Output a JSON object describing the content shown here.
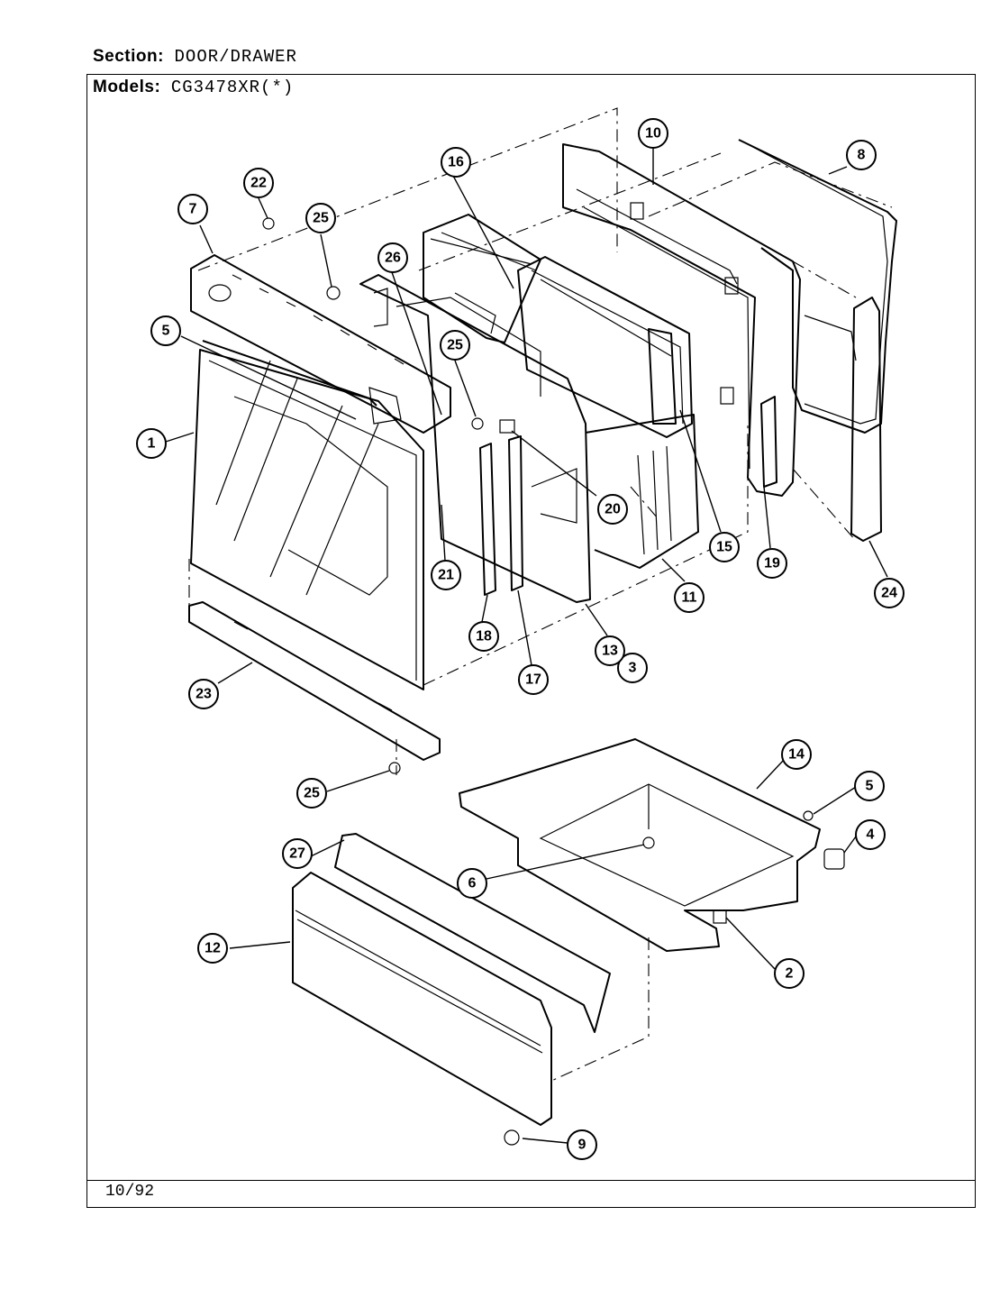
{
  "header": {
    "section_label": "Section:",
    "section_value": "DOOR/DRAWER",
    "models_label": "Models:",
    "models_value": "CG3478XR(*)"
  },
  "footer": {
    "date_code": "10/92"
  },
  "callouts": [
    "1",
    "2",
    "3",
    "4",
    "5",
    "5",
    "6",
    "7",
    "8",
    "9",
    "10",
    "11",
    "12",
    "13",
    "14",
    "15",
    "16",
    "17",
    "18",
    "19",
    "20",
    "21",
    "22",
    "23",
    "24",
    "25",
    "25",
    "25",
    "26",
    "27"
  ]
}
